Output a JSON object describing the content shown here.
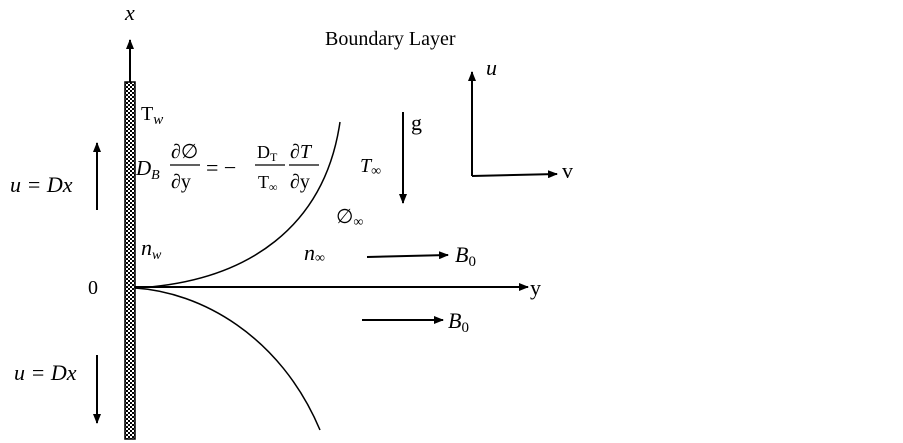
{
  "title": "Boundary Layer",
  "labels": {
    "x_axis": "x",
    "y_axis": "y",
    "origin": "0",
    "wall_temp_T": "T",
    "wall_temp_sub": "w",
    "wall_conc_n": "n",
    "wall_conc_sub": "w",
    "u_eq_upper": "u = Dx",
    "u_eq_lower": "u = Dx",
    "gravity": "g",
    "T_inf": "T",
    "phi_inf": "∅",
    "n_inf": "n",
    "inf_sub": "∞",
    "B0_upper": "B",
    "B0_lower": "B",
    "B0_sub": "0",
    "u_axis": "u",
    "v_axis": "v"
  },
  "equation": {
    "lhs_coef": "D",
    "lhs_coef_sub": "B",
    "lhs_num": "∂∅",
    "lhs_den": "∂y",
    "equals_minus": "= −",
    "rhs_coef_num": "D",
    "rhs_coef_num_sub": "T",
    "rhs_coef_den": "T",
    "rhs_coef_den_sub": "∞",
    "rhs_num": "∂T",
    "rhs_den": "∂y"
  }
}
